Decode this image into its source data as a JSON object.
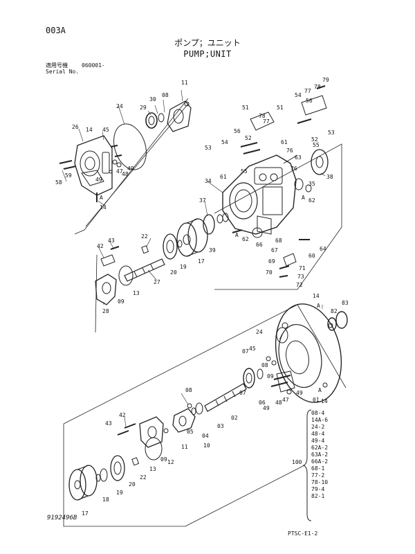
{
  "header": {
    "page_code": "003A",
    "title_jp": "ポンプ；ユニット",
    "title_en": "PUMP;UNIT",
    "serial_label_jp": "適用号機",
    "serial_value": "060001-",
    "serial_label_en": "Serial No."
  },
  "callouts": [
    "01",
    "02",
    "03",
    "04",
    "05",
    "06",
    "07",
    "08",
    "09",
    "10",
    "11",
    "12",
    "13",
    "14",
    "17",
    "18",
    "19",
    "20",
    "22",
    "24",
    "26",
    "27",
    "28",
    "29",
    "30",
    "34",
    "35",
    "37",
    "38",
    "39",
    "42",
    "43",
    "45",
    "47",
    "48",
    "49",
    "51",
    "52",
    "53",
    "54",
    "55",
    "56",
    "58",
    "59",
    "60",
    "61",
    "62",
    "63",
    "64",
    "66",
    "67",
    "68",
    "69",
    "70",
    "71",
    "72",
    "73",
    "76",
    "77",
    "78",
    "79",
    "82",
    "83",
    "A"
  ],
  "kit": {
    "total_label": "100",
    "items": [
      "08-4",
      "14A-6",
      "24-2",
      "48-4",
      "49-4",
      "62A-2",
      "63A-2",
      "66A-2",
      "68-1",
      "77-2",
      "78-10",
      "79-4",
      "82-1"
    ]
  },
  "footer": {
    "drawing_no": "9192496B",
    "page_ref": "PTSC-E1-2"
  }
}
